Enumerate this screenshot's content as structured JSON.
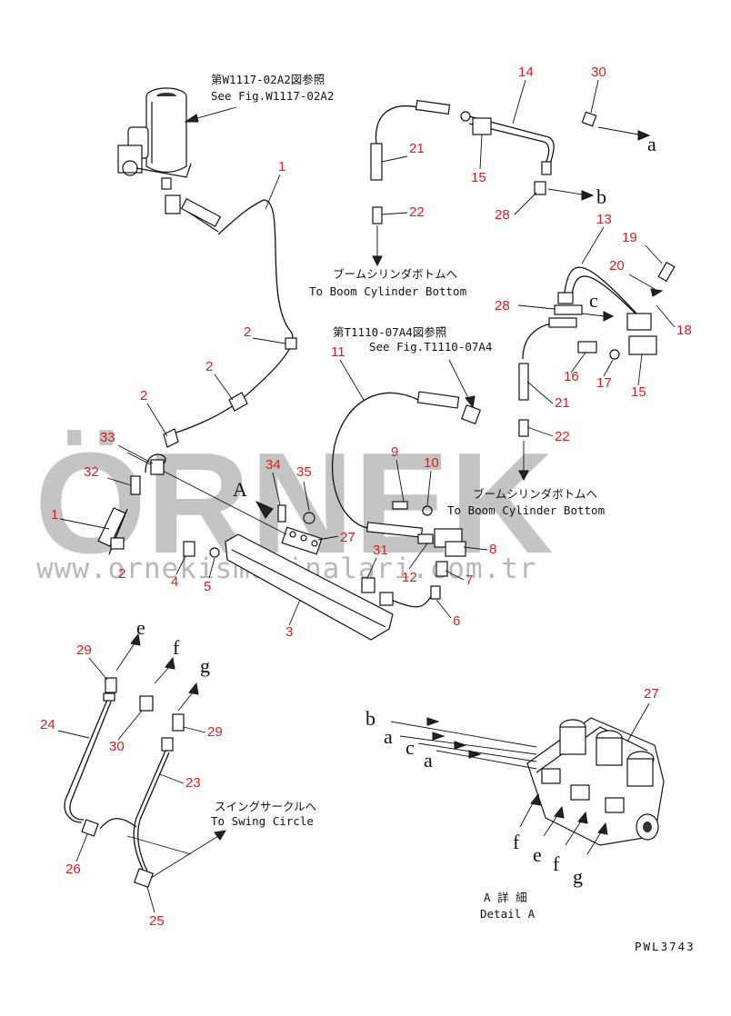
{
  "diagram": {
    "watermark": {
      "brand": "ÖRNEK",
      "url": "www.ornekismakinalari.com.tr"
    },
    "references": [
      {
        "id": "ref-w1117",
        "jp": "第W1117-02A2図参照",
        "en": "See Fig.W1117-02A2"
      },
      {
        "id": "ref-t1110",
        "jp": "第T1110-07A4図参照",
        "en": "See Fig.T1110-07A4"
      }
    ],
    "destinations": {
      "boom_top": {
        "jp": "ブームシリンダボトムへ",
        "en": "To Boom Cylinder Bottom"
      },
      "boom_mid": {
        "jp": "ブームシリンダボトムへ",
        "en": "To Boom Cylinder Bottom"
      },
      "swing": {
        "jp": "スイングサークルへ",
        "en": "To Swing Circle"
      }
    },
    "detail": {
      "jp": "A 詳 細",
      "en": "Detail A",
      "view_letter": "A"
    },
    "drawing_code": "PWL3743",
    "part_numbers": [
      "1",
      "2",
      "2",
      "2",
      "1",
      "2",
      "3",
      "4",
      "5",
      "6",
      "7",
      "8",
      "9",
      "10",
      "11",
      "12",
      "13",
      "14",
      "15",
      "15",
      "16",
      "17",
      "18",
      "19",
      "20",
      "21",
      "21",
      "22",
      "22",
      "23",
      "24",
      "25",
      "26",
      "27",
      "27",
      "28",
      "28",
      "29",
      "29",
      "30",
      "30",
      "31",
      "32",
      "33",
      "34",
      "35"
    ],
    "letters": [
      "a",
      "b",
      "c",
      "e",
      "f",
      "g",
      "b",
      "a",
      "c",
      "a",
      "f",
      "e",
      "f",
      "g"
    ]
  }
}
